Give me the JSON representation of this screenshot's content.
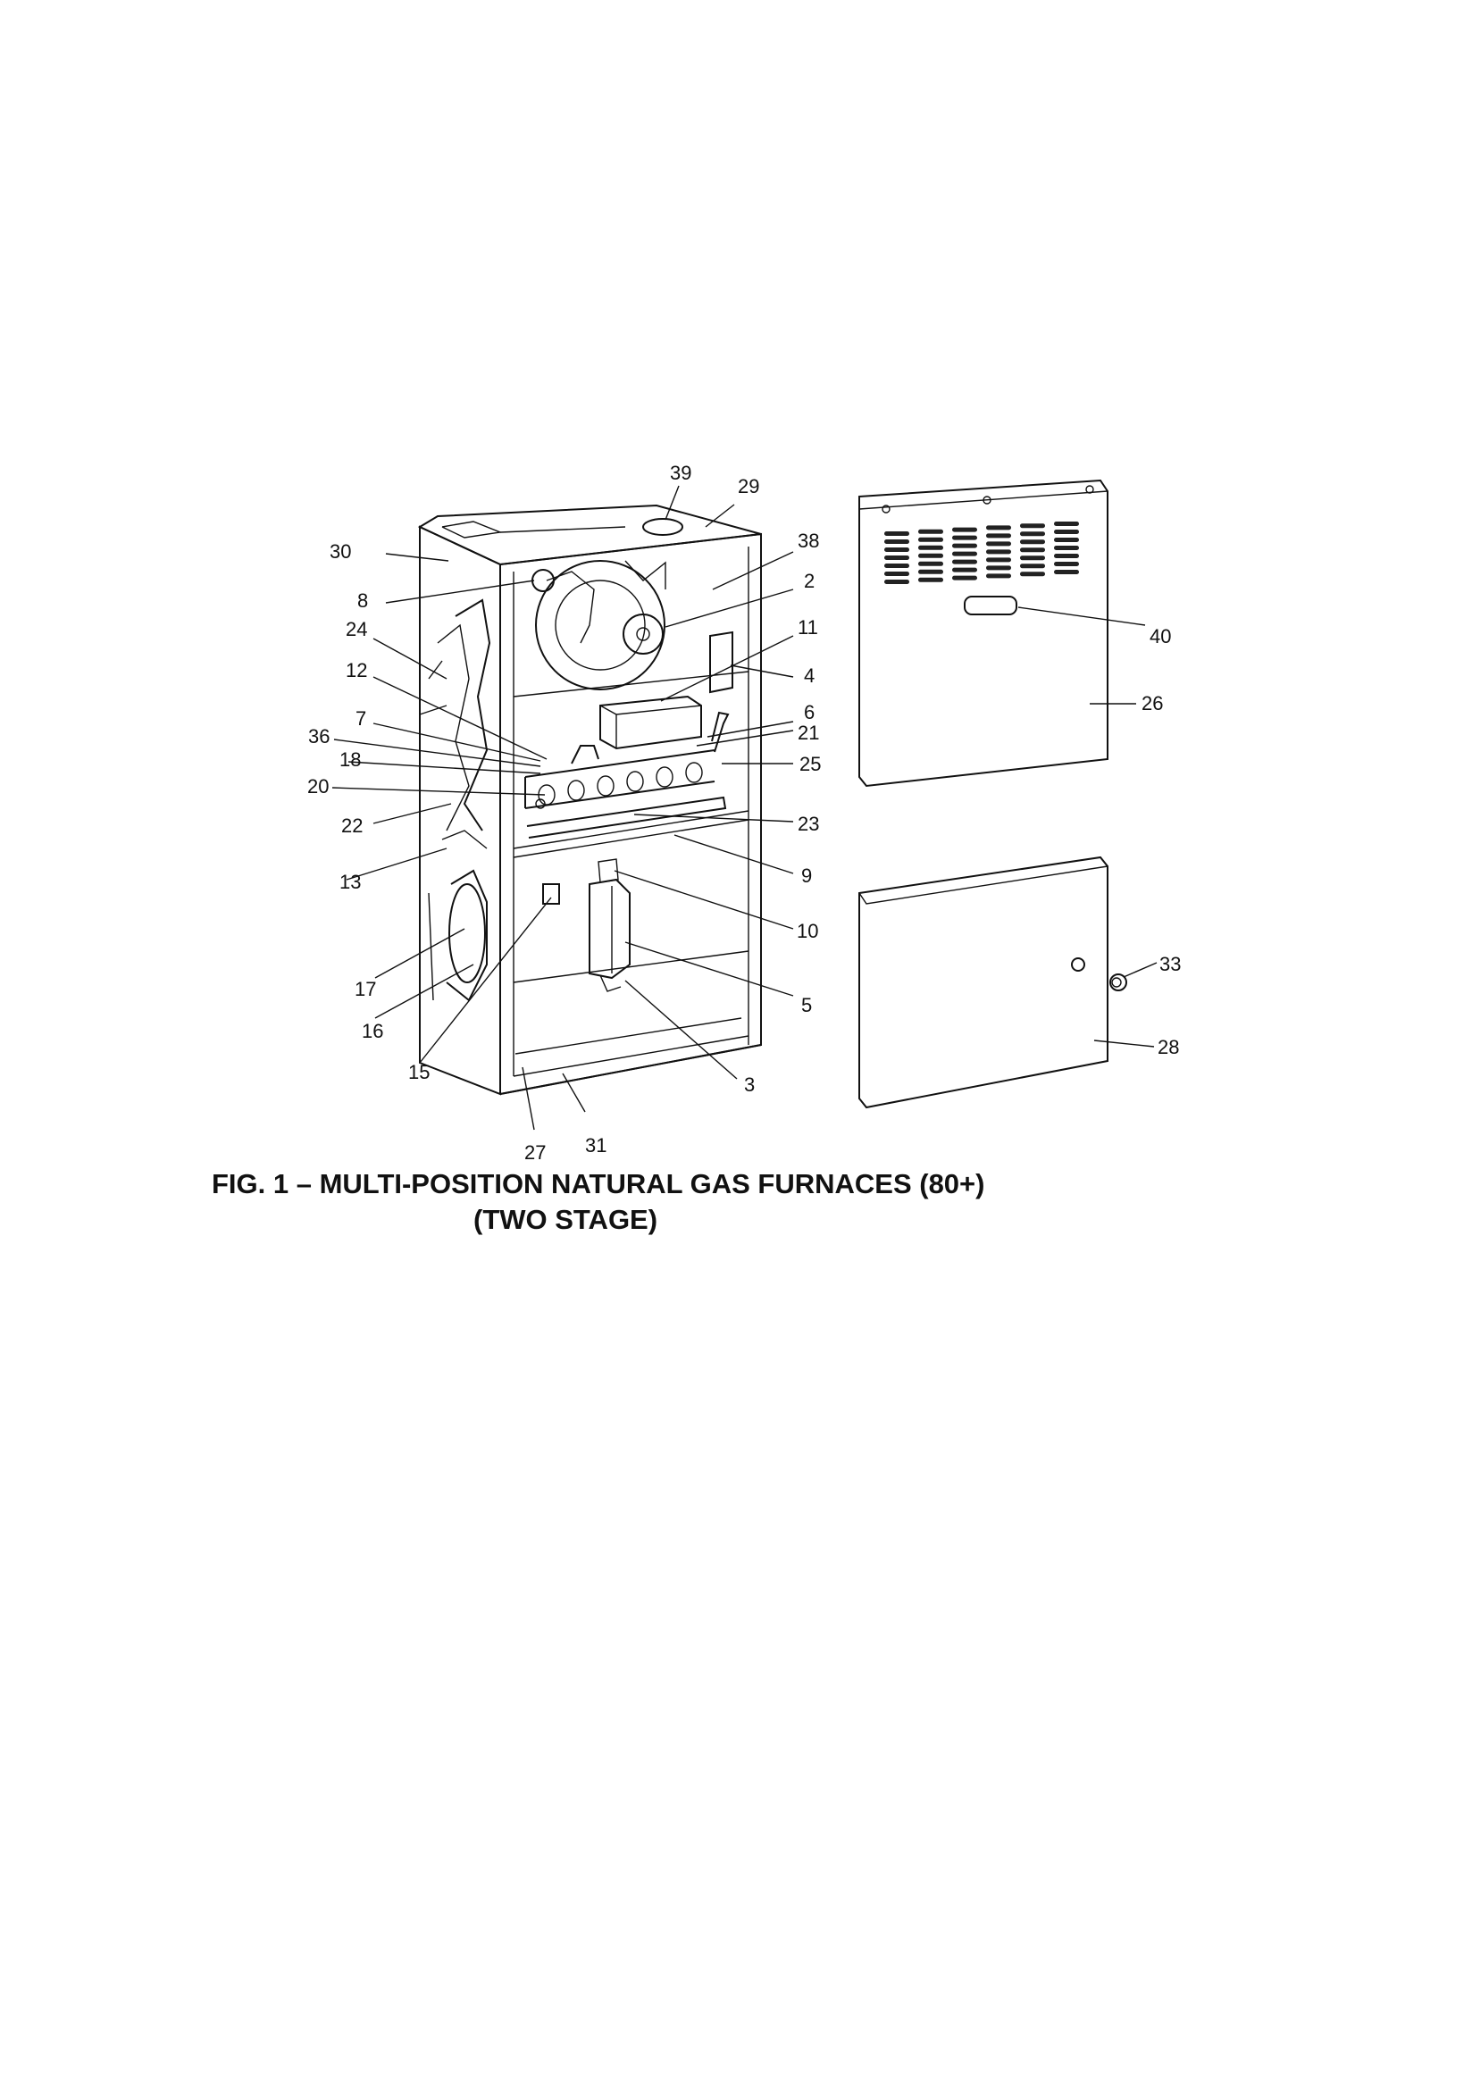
{
  "figure": {
    "caption_line1": "FIG. 1 – MULTI-POSITION NATURAL GAS FURNACES (80+)",
    "caption_line2": "(TWO STAGE)"
  },
  "callouts": [
    "39",
    "29",
    "30",
    "38",
    "8",
    "2",
    "24",
    "11",
    "12",
    "4",
    "7",
    "6",
    "36",
    "21",
    "18",
    "25",
    "20",
    "23",
    "22",
    "13",
    "9",
    "10",
    "17",
    "16",
    "5",
    "15",
    "3",
    "27",
    "31",
    "40",
    "26",
    "33",
    "28"
  ]
}
